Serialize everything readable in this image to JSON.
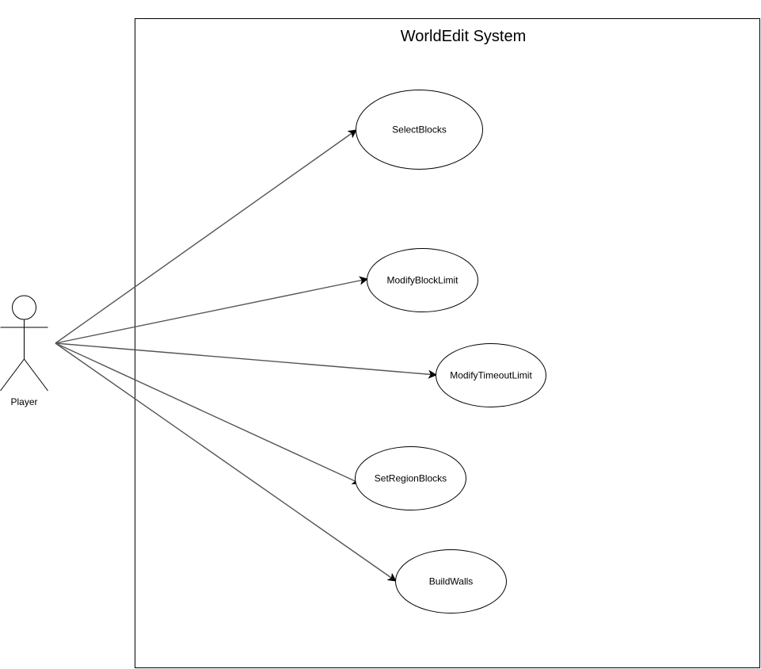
{
  "system": {
    "title": "WorldEdit System"
  },
  "actor": {
    "label": "Player",
    "icon": "stick-figure-icon"
  },
  "use_cases": [
    {
      "id": "select-blocks",
      "label": "SelectBlocks"
    },
    {
      "id": "modify-block-limit",
      "label": "ModifyBlockLimit"
    },
    {
      "id": "modify-timeout-limit",
      "label": "ModifyTimeoutLimit"
    },
    {
      "id": "set-region-blocks",
      "label": "SetRegionBlocks"
    },
    {
      "id": "build-walls",
      "label": "BuildWalls"
    }
  ],
  "associations": [
    {
      "from": "actor",
      "to": "select-blocks"
    },
    {
      "from": "actor",
      "to": "modify-block-limit"
    },
    {
      "from": "actor",
      "to": "modify-timeout-limit"
    },
    {
      "from": "actor",
      "to": "set-region-blocks"
    },
    {
      "from": "actor",
      "to": "build-walls"
    }
  ],
  "colors": {
    "edge": "#555555",
    "outline": "#000000",
    "background": "#ffffff"
  }
}
